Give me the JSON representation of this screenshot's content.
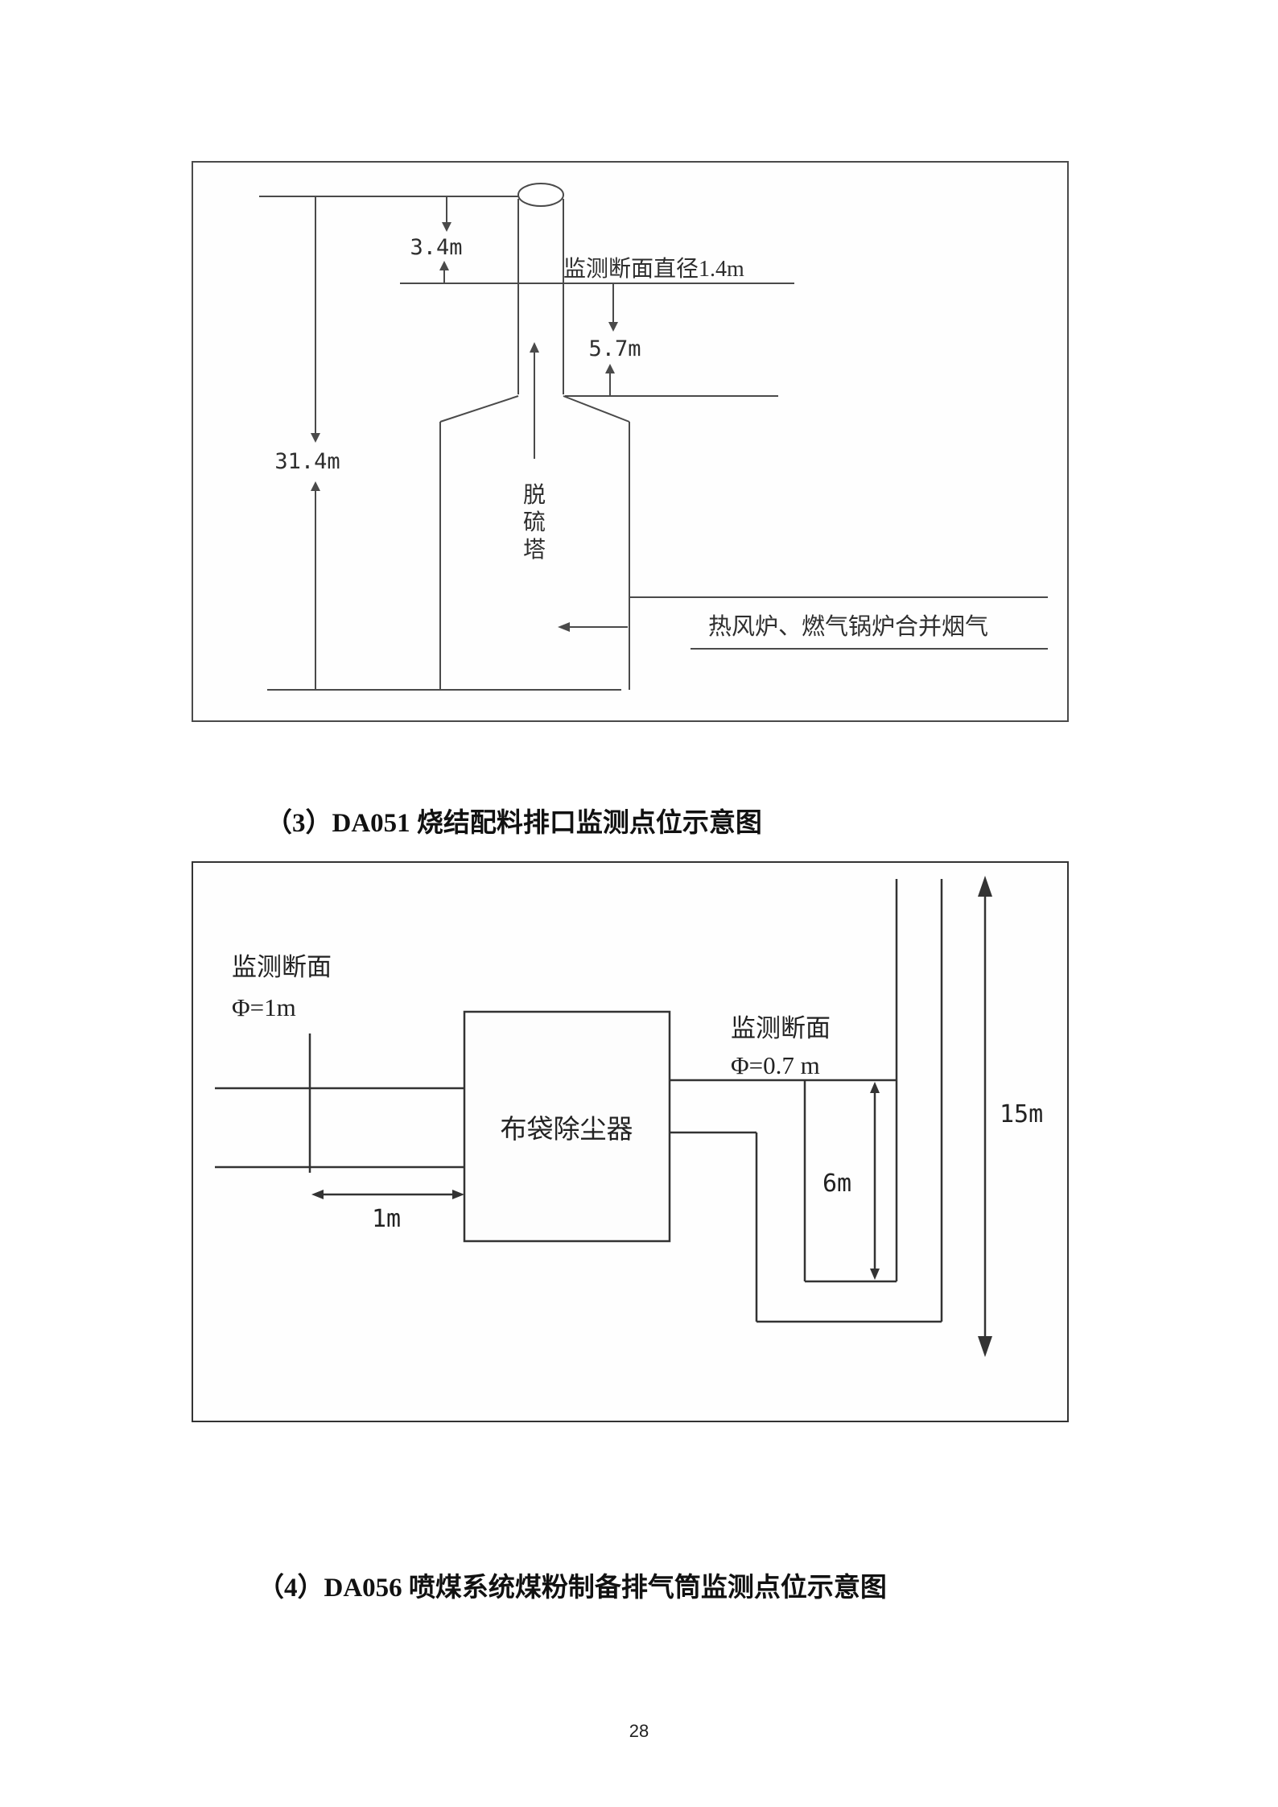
{
  "page": {
    "number": "28"
  },
  "captions": {
    "caption3": "（3）DA051 烧结配料排口监测点位示意图",
    "caption4": "（4）DA056 喷煤系统煤粉制备排气筒监测点位示意图"
  },
  "diagram1": {
    "dim_total_height": "31.4m",
    "dim_top": "3.4m",
    "dim_mid": "5.7m",
    "section_label": "监测断面直径1.4m",
    "tower_label": "脱硫塔",
    "tower_chars": [
      "脱",
      "硫",
      "塔"
    ],
    "flue_label": "热风炉、燃气锅炉合并烟气"
  },
  "diagram2": {
    "left_section_line1": "监测断面",
    "left_section_line2": "Φ=1m",
    "right_section_line1": "监测断面",
    "right_section_line2": "Φ=0.7 m",
    "box_label": "布袋除尘器",
    "dim_bottom": "1m",
    "dim_drop": "6m",
    "dim_stack": "15m"
  },
  "colors": {
    "line": "#4a4a4a",
    "text": "#2e2e2e"
  }
}
